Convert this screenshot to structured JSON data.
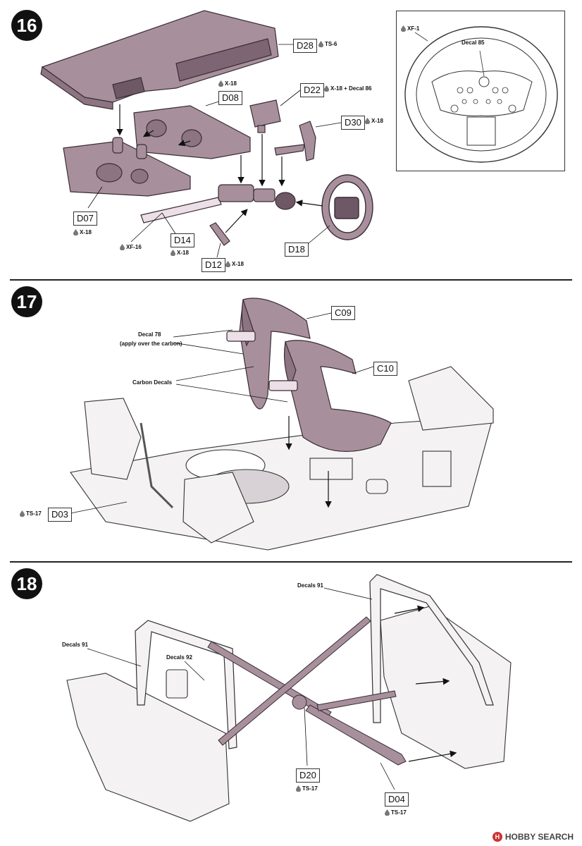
{
  "steps": {
    "s16": "16",
    "s17": "17",
    "s18": "18"
  },
  "step16": {
    "parts": {
      "d28": "D28",
      "d22": "D22",
      "d08": "D08",
      "d30": "D30",
      "d07": "D07",
      "d14": "D14",
      "d18": "D18",
      "d12": "D12"
    },
    "notes": {
      "d28_paint": "TS-6",
      "x18_a": "X-18",
      "d22_paint": "X-18 + Decal 86",
      "d30_paint": "X-18",
      "d07_paint": "X-18",
      "xf16": "XF-16",
      "d14_paint": "X-18",
      "d12_paint": "X-18"
    },
    "inset": {
      "paint": "XF-1",
      "decal": "Decal 85"
    }
  },
  "step17": {
    "parts": {
      "c09": "C09",
      "c10": "C10",
      "d03": "D03"
    },
    "notes": {
      "decal78": "Decal 78",
      "decal78_sub": "(apply over the carbon)",
      "carbon": "Carbon Decals",
      "d03_paint": "TS-17"
    }
  },
  "step18": {
    "parts": {
      "d20": "D20",
      "d04": "D04"
    },
    "notes": {
      "decals91_right": "Decals 91",
      "decals91_left": "Decals 91",
      "decals92": "Decals 92",
      "d20_paint": "TS-17",
      "d04_paint": "TS-17"
    }
  },
  "watermark": {
    "text": "HOBBY SEARCH",
    "logo": "H"
  },
  "colors": {
    "part_fill": "#a7909c",
    "part_stroke": "#3a2c34",
    "light_fill": "#f4f2f2",
    "ink": "#111111"
  }
}
